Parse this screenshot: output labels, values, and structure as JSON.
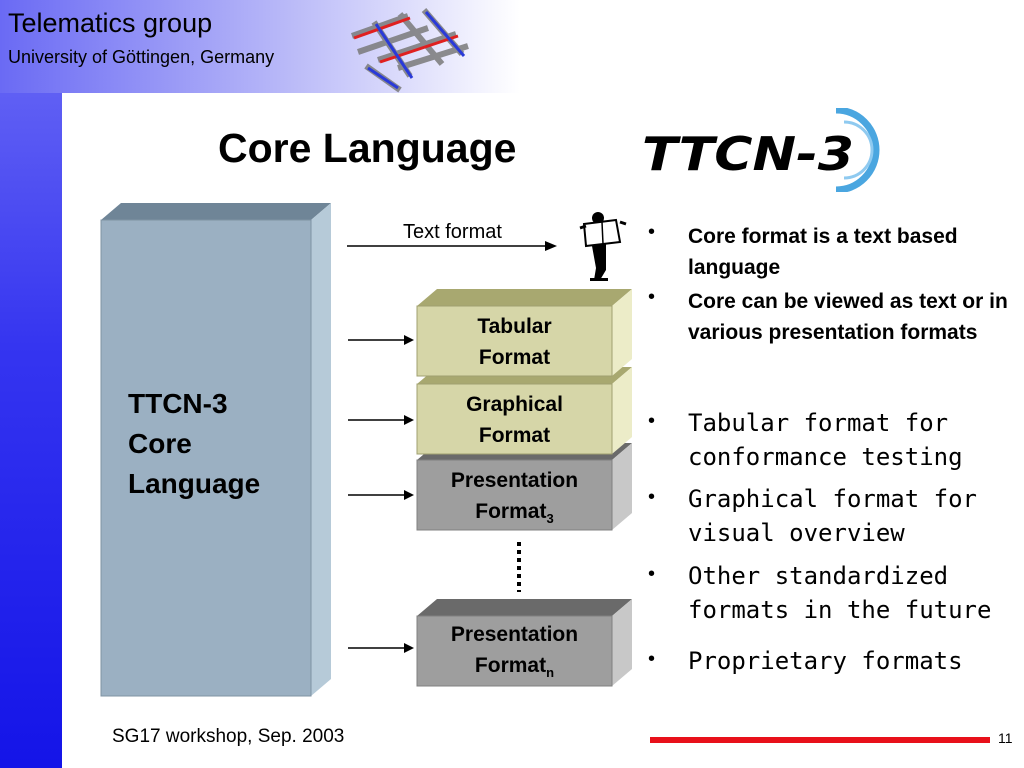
{
  "header": {
    "org": "Telematics group",
    "university": "University of Göttingen, Germany"
  },
  "slide": {
    "title": "Core Language",
    "logo_text": "TTCN-3"
  },
  "diagram": {
    "core_box": [
      "TTCN-3",
      "Core",
      "Language"
    ],
    "text_format_label": "Text format",
    "formats": [
      {
        "line1": "Tabular",
        "line2": "Format",
        "sub": ""
      },
      {
        "line1": "Graphical",
        "line2": "Format",
        "sub": ""
      },
      {
        "line1": "Presentation",
        "line2": "Format",
        "sub": "3"
      },
      {
        "line1": "Presentation",
        "line2": "Format",
        "sub": "n"
      }
    ]
  },
  "bullets": [
    {
      "text": "Core format is a text based language",
      "style": "bold"
    },
    {
      "text": "Core can be viewed as text or in various presentation formats",
      "style": "bold"
    },
    {
      "text": "Tabular format for conformance testing",
      "style": "mono"
    },
    {
      "text": "Graphical format for visual overview",
      "style": "mono"
    },
    {
      "text": "Other standardized formats in the future",
      "style": "mono"
    },
    {
      "text": "Proprietary formats",
      "style": "mono"
    }
  ],
  "footer": {
    "event": "SG17 workshop, Sep. 2003",
    "page": "11"
  },
  "colors": {
    "band": "#3535f0",
    "core_box": "#9bb0c2",
    "tan_box": "#d6d6a8",
    "gray_box": "#9e9e9e",
    "accent_red": "#e8101a"
  }
}
